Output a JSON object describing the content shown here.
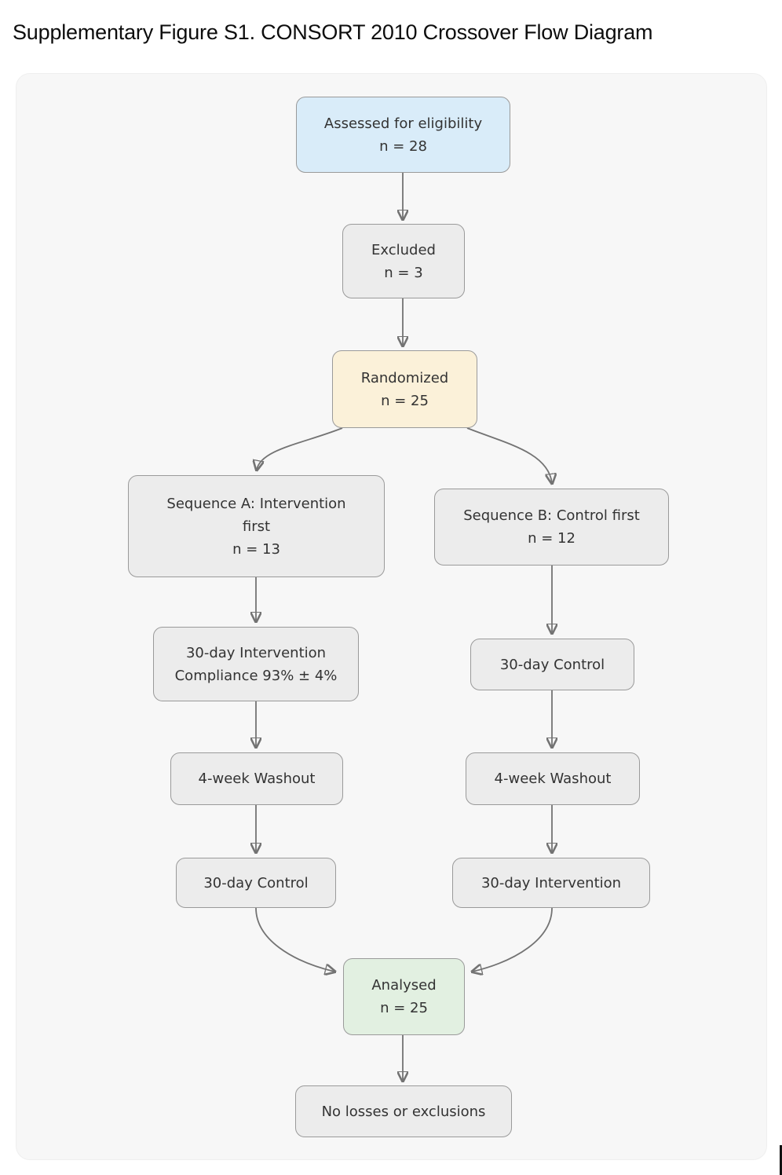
{
  "title": "Supplementary Figure S1. CONSORT 2010 Crossover Flow Diagram",
  "colors": {
    "container_fill": "#f7f7f7",
    "node_default_fill": "#ececec",
    "node_border": "#9a9a9a",
    "eligibility_fill": "#d9ecf9",
    "randomized_fill": "#fbf1d9",
    "analysed_fill": "#e2f0e1",
    "edge_stroke": "#737373",
    "arrowhead_fill": "#555555",
    "node_text": "#333333"
  },
  "diagram": {
    "type": "flowchart",
    "direction": "top-down",
    "nodes": {
      "assessed": {
        "line1": "Assessed for eligibility",
        "line2": "n = 28"
      },
      "excluded": {
        "line1": "Excluded",
        "line2": "n = 3"
      },
      "randomized": {
        "line1": "Randomized",
        "line2": "n = 25"
      },
      "sequence_a": {
        "line1": "Sequence A: Intervention first",
        "line2": "n = 13"
      },
      "sequence_b": {
        "line1": "Sequence B: Control first",
        "line2": "n = 12"
      },
      "intervention_period_a": {
        "line1": "30-day Intervention Compliance 93% ± 4%"
      },
      "control_period_b": {
        "line1": "30-day Control"
      },
      "washout_a": {
        "line1": "4-week Washout"
      },
      "washout_b": {
        "line1": "4-week Washout"
      },
      "control_period_a": {
        "line1": "30-day Control"
      },
      "intervention_period_b": {
        "line1": "30-day Intervention"
      },
      "analysed": {
        "line1": "Analysed",
        "line2": "n = 25"
      },
      "no_losses": {
        "line1": "No losses or exclusions"
      }
    },
    "edges": [
      {
        "from": "assessed",
        "to": "excluded"
      },
      {
        "from": "excluded",
        "to": "randomized"
      },
      {
        "from": "randomized",
        "to": "sequence_a"
      },
      {
        "from": "randomized",
        "to": "sequence_b"
      },
      {
        "from": "sequence_a",
        "to": "intervention_period_a"
      },
      {
        "from": "sequence_b",
        "to": "control_period_b"
      },
      {
        "from": "intervention_period_a",
        "to": "washout_a"
      },
      {
        "from": "control_period_b",
        "to": "washout_b"
      },
      {
        "from": "washout_a",
        "to": "control_period_a"
      },
      {
        "from": "washout_b",
        "to": "intervention_period_b"
      },
      {
        "from": "control_period_a",
        "to": "analysed"
      },
      {
        "from": "intervention_period_b",
        "to": "analysed"
      },
      {
        "from": "analysed",
        "to": "no_losses"
      }
    ]
  }
}
